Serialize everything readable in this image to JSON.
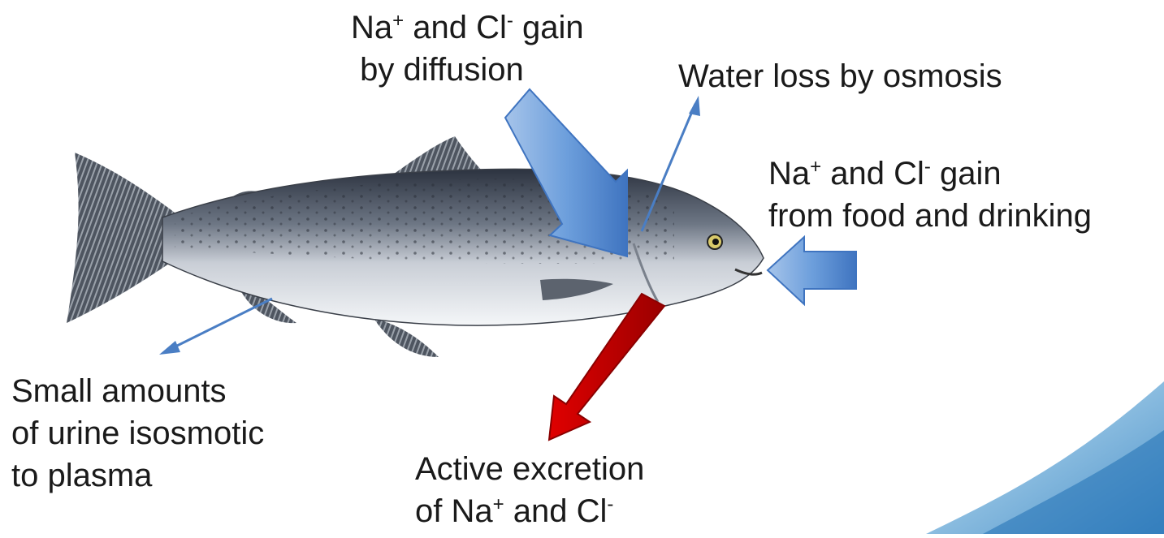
{
  "labels": {
    "gain_diffusion": {
      "a": "Na",
      "b": "+",
      "c": " and Cl",
      "d": "-",
      "e": " gain",
      "line2": " by diffusion"
    },
    "water_loss": "Water loss by osmosis",
    "gain_food": {
      "a": "Na",
      "b": "+",
      "c": " and Cl",
      "d": "-",
      "e": " gain",
      "line2": "from food and drinking"
    },
    "urine": {
      "line1": "Small amounts",
      "line2": "of urine isosmotic",
      "line3": "to plasma"
    },
    "excretion": {
      "line1": "Active excretion",
      "a": "of Na",
      "b": "+",
      "c": " and Cl",
      "d": "-"
    }
  },
  "colors": {
    "blue_arrow": "#5b8fd2",
    "blue_arrow_light": "#a6c4ea",
    "red_arrow": "#c00000",
    "thin_arrow": "#4a7ec4",
    "text": "#1a1a1a"
  }
}
